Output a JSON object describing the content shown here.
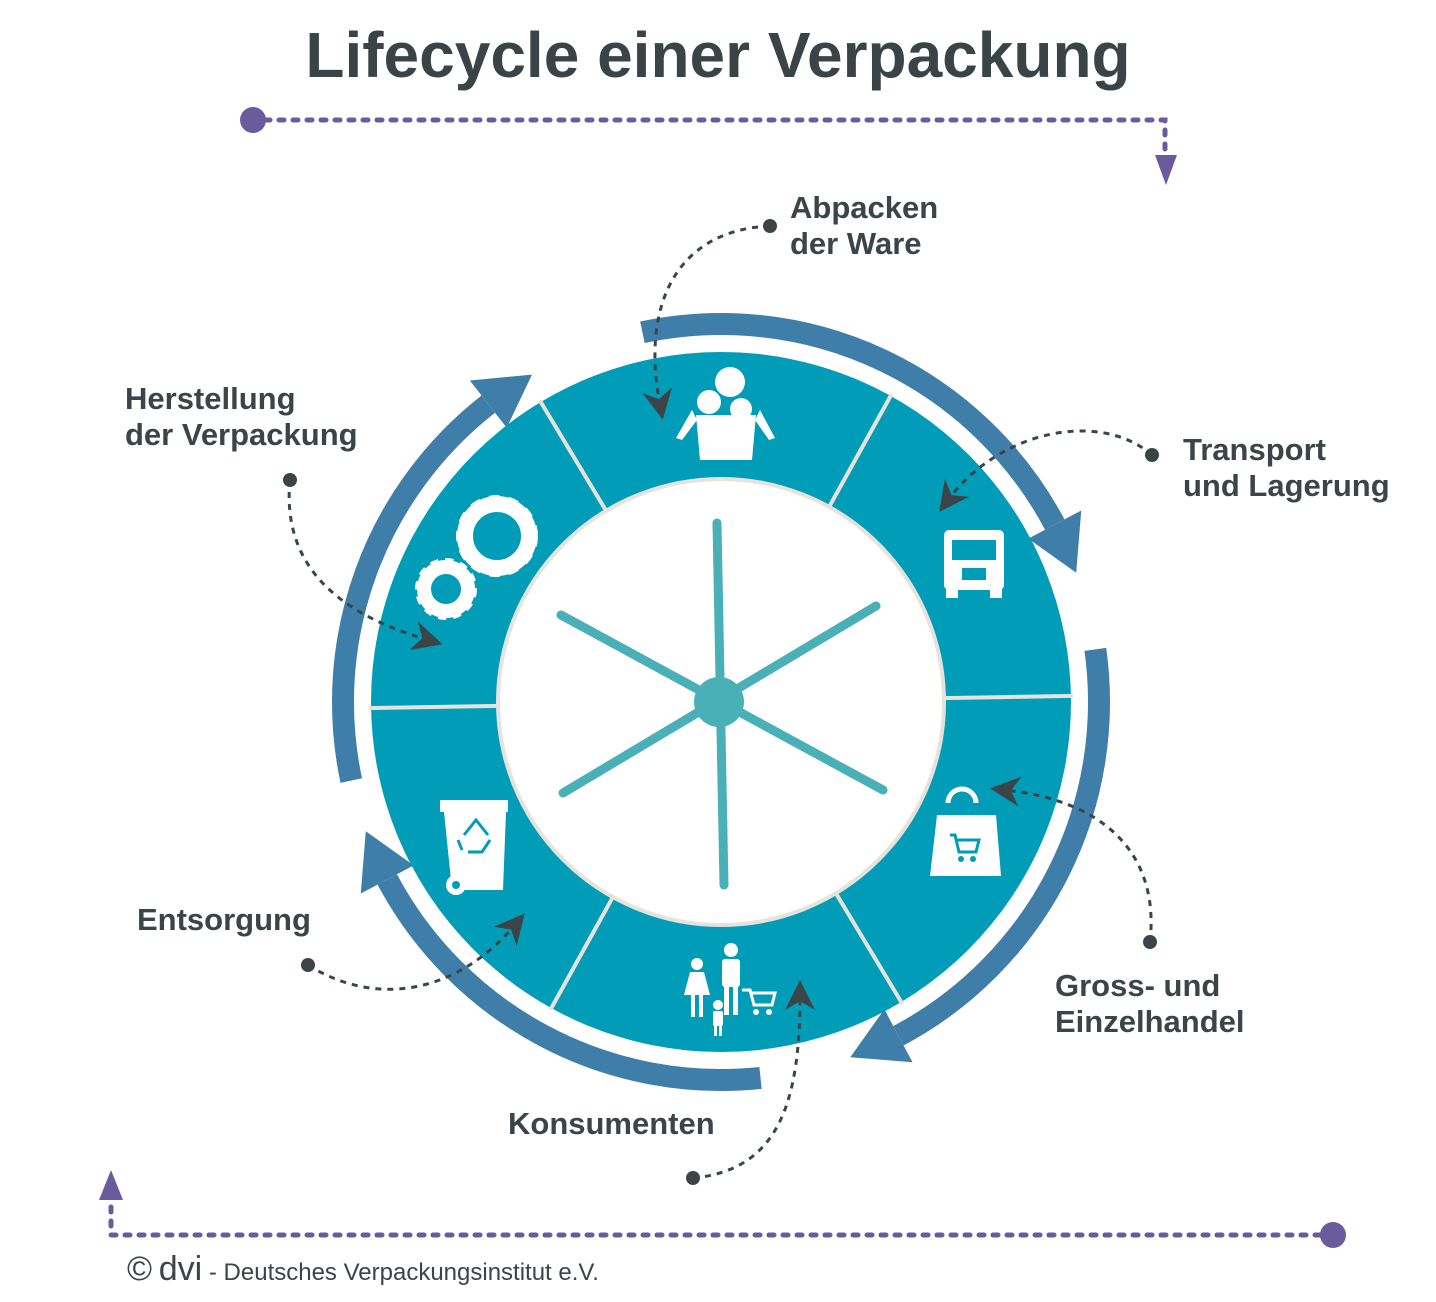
{
  "title": "Lifecycle einer Verpackung",
  "stages": [
    {
      "id": "abpacken",
      "label_line1": "Abpacken",
      "label_line2": "der Ware",
      "icon": "grocery-bag-icon"
    },
    {
      "id": "transport",
      "label_line1": "Transport",
      "label_line2": "und Lagerung",
      "icon": "truck-icon"
    },
    {
      "id": "handel",
      "label_line1": "Gross- und",
      "label_line2": "Einzelhandel",
      "icon": "shopping-bag-icon"
    },
    {
      "id": "konsumenten",
      "label_line1": "Konsumenten",
      "label_line2": "",
      "icon": "family-icon"
    },
    {
      "id": "entsorgung",
      "label_line1": "Entsorgung",
      "label_line2": "",
      "icon": "recycling-bin-icon"
    },
    {
      "id": "herstellung",
      "label_line1": "Herstellung",
      "label_line2": "der Verpackung",
      "icon": "gears-icon"
    }
  ],
  "footer": {
    "copyright": "©",
    "brand": "dvi",
    "text": "- Deutsches Verpackungsinstitut e.V."
  },
  "colors": {
    "ring": "#009cb8",
    "arrow": "#3f7ea9",
    "spoke": "#4ab0b8",
    "text": "#3b4548",
    "dotted": "#6a5c9c",
    "divider": "#e6e2dc"
  }
}
